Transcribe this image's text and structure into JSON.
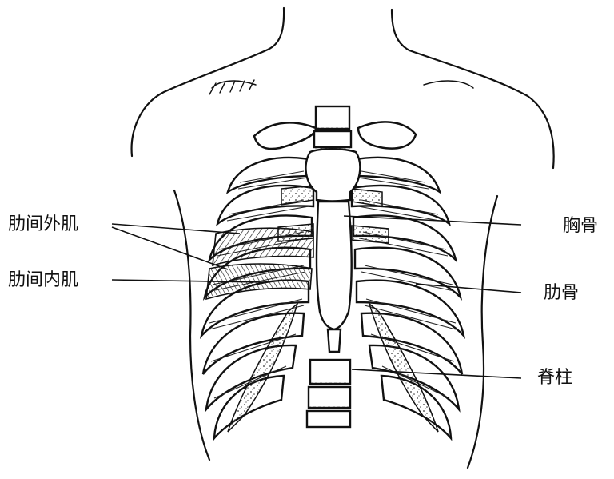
{
  "labels": {
    "external_intercostal": "肋间外肌",
    "internal_intercostal": "肋间内肌",
    "sternum": "胸骨",
    "rib": "肋骨",
    "spine": "脊柱"
  }
}
